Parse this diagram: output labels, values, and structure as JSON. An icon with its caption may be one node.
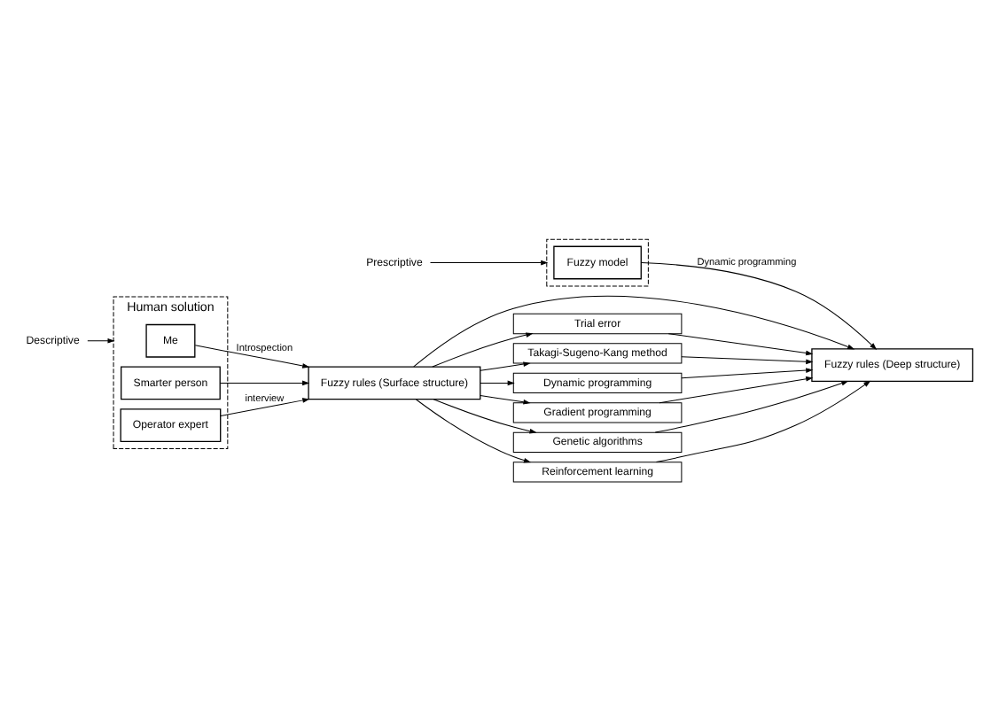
{
  "diagram": {
    "nodes": [
      {
        "text": [
          "Human solution"
        ]
      },
      {
        "text": [
          "Me"
        ],
        "in": 0
      },
      {
        "text": [
          "Smarter person"
        ],
        "in": 0
      },
      {
        "text": [
          "Operator expert"
        ],
        "in": 0
      },
      {
        "text": [
          "Fuzzy rules (Surface structure)"
        ]
      },
      {
        "text": [
          "Fuzzy rules (Deep structure)"
        ]
      },
      {
        "text": [
          "Trial error"
        ]
      },
      {
        "text": [
          "Takagi-Sugeno-Kang method"
        ]
      },
      {
        "text": [
          "Dynamic programming"
        ]
      },
      {
        "text": [
          "Gradient programming"
        ]
      },
      {
        "text": [
          "Genetic algorithms"
        ]
      },
      {
        "text": [
          "Reinforcement learning"
        ]
      },
      {
        "text": [],
        "shape": "box"
      },
      {
        "text": [
          "Fuzzy model"
        ],
        "in": 12
      },
      {
        "text": [
          "Descriptive"
        ]
      },
      {
        "text": [
          "Prescriptive"
        ]
      }
    ],
    "edges": [
      {
        "from": 1,
        "to": 4,
        "arrow": "to",
        "label": "Introspection"
      },
      {
        "from": 2,
        "to": 4,
        "arrow": "to"
      },
      {
        "from": 3,
        "to": 4,
        "arrow": "to",
        "label": "interview"
      },
      {
        "from": 4,
        "to": 5,
        "arrow": "to"
      },
      {
        "from": 4,
        "to": 6,
        "arrow": "to"
      },
      {
        "from": 4,
        "to": 7,
        "arrow": "to"
      },
      {
        "from": 4,
        "to": 8,
        "arrow": "to"
      },
      {
        "from": 4,
        "to": 9,
        "arrow": "to"
      },
      {
        "from": 4,
        "to": 10,
        "arrow": "to"
      },
      {
        "from": 4,
        "to": 11,
        "arrow": "to"
      },
      {
        "from": 6,
        "to": 5,
        "arrow": "to"
      },
      {
        "from": 7,
        "to": 5,
        "arrow": "to"
      },
      {
        "from": 8,
        "to": 5,
        "arrow": "to"
      },
      {
        "from": 9,
        "to": 5,
        "arrow": "to"
      },
      {
        "from": 10,
        "to": 5,
        "arrow": "to"
      },
      {
        "from": 11,
        "to": 5,
        "arrow": "to"
      },
      {
        "from": 13,
        "to": 5,
        "arrow": "to",
        "label": "Dynamic programming"
      },
      {
        "from": 14,
        "to": 0,
        "arrow": "to"
      },
      {
        "from": 15,
        "to": 12,
        "arrow": "to"
      }
    ]
  }
}
